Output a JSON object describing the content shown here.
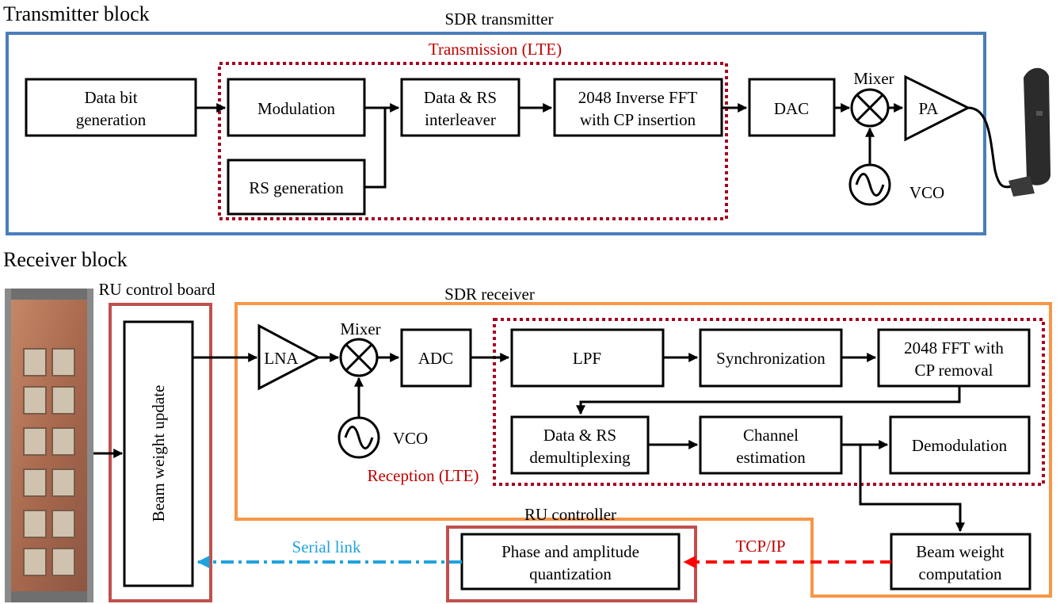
{
  "sections": {
    "transmitter_heading": "Transmitter block",
    "receiver_heading": "Receiver block"
  },
  "transmitter": {
    "frame_label": "SDR transmitter",
    "lte_label": "Transmission (LTE)",
    "data_bit_1": "Data bit",
    "data_bit_2": "generation",
    "modulation": "Modulation",
    "rs_generation": "RS generation",
    "interleaver_1": "Data & RS",
    "interleaver_2": "interleaver",
    "ifft_1": "2048 Inverse FFT",
    "ifft_2": "with CP insertion",
    "dac": "DAC",
    "mixer": "Mixer",
    "pa": "PA",
    "vco": "VCO"
  },
  "receiver": {
    "ru_board_label": "RU control board",
    "beam_update": "Beam weight update",
    "frame_label": "SDR receiver",
    "lna": "LNA",
    "mixer": "Mixer",
    "vco": "VCO",
    "adc": "ADC",
    "lpf": "LPF",
    "sync": "Synchronization",
    "fft_1": "2048 FFT with",
    "fft_2": "CP removal",
    "demux_1": "Data & RS",
    "demux_2": "demultiplexing",
    "chest_1": "Channel",
    "chest_2": "estimation",
    "demod": "Demodulation",
    "lte_label": "Reception (LTE)",
    "ru_controller_label": "RU controller",
    "quant_1": "Phase and amplitude",
    "quant_2": "quantization",
    "tcp": "TCP/IP",
    "serial": "Serial link",
    "bwc_1": "Beam weight",
    "bwc_2": "computation"
  },
  "colors": {
    "sdr_transmitter_frame": "#4a7ebb",
    "sdr_receiver_frame": "#f79646",
    "lte_dotted_frame": "#a50021",
    "ru_frame": "#c0504d",
    "tcp_link": "#ff0000",
    "serial_link": "#1fa3dd"
  }
}
